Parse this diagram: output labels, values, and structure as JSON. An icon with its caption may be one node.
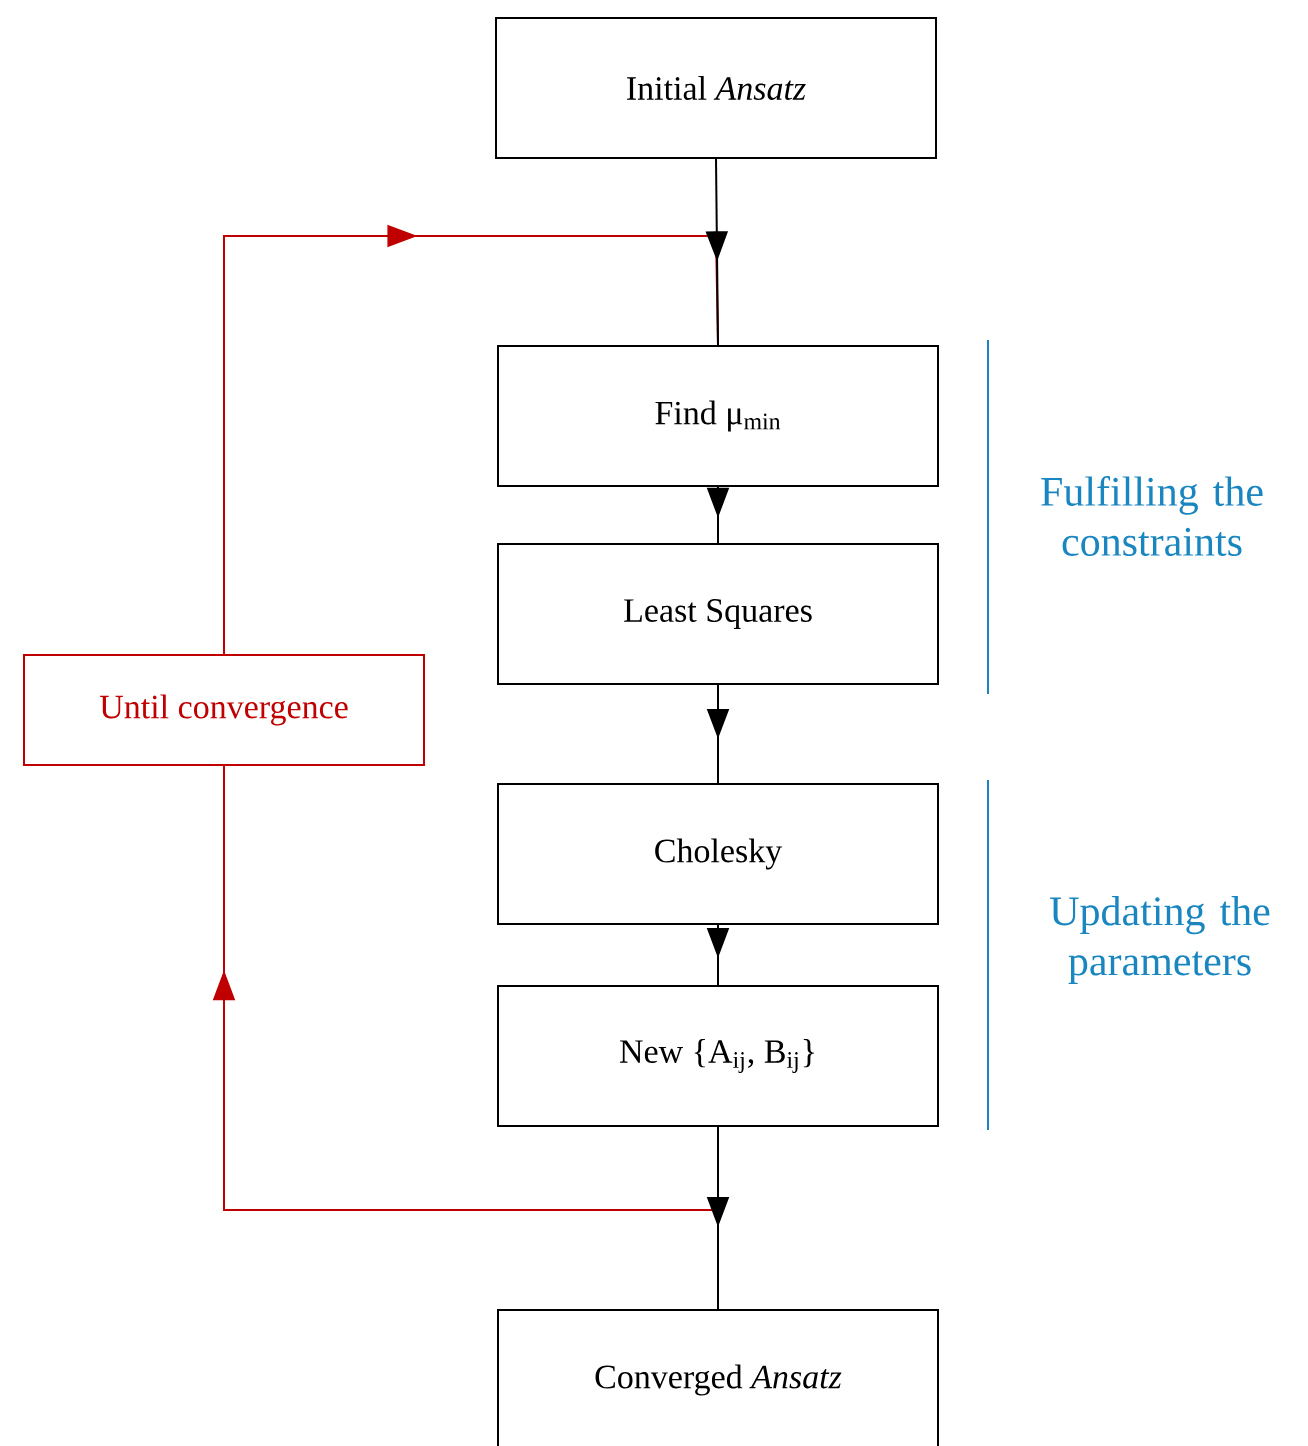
{
  "diagram": {
    "nodes": [
      {
        "text": [
          "Initial *Ansatz*"
        ]
      },
      {
        "text": [
          "Find μ$_{min}$"
        ]
      },
      {
        "text": [
          "Least Squares"
        ]
      },
      {
        "text": [
          "Cholesky"
        ]
      },
      {
        "text": [
          "New {A$_{ij}$, B$_{ij}$}"
        ]
      },
      {
        "text": [
          "Converged *Ansatz*"
        ]
      },
      {
        "text": [
          "Until convergence"
        ]
      }
    ],
    "edges": [
      {
        "from": 0,
        "to": 1,
        "arrow": "to"
      },
      {
        "from": 1,
        "to": 2,
        "arrow": "to"
      },
      {
        "from": 2,
        "to": 3,
        "arrow": "to"
      },
      {
        "from": 3,
        "to": 4,
        "arrow": "to"
      },
      {
        "from": 4,
        "to": 5,
        "arrow": "to"
      },
      {
        "from": 4,
        "to": 6,
        "arrow": "to",
        "color": "#c00000"
      },
      {
        "from": 6,
        "to": 1,
        "arrow": "to",
        "color": "#c00000"
      }
    ],
    "labels": [
      "Fulfilling the constraints",
      "Updating the parameters"
    ]
  }
}
